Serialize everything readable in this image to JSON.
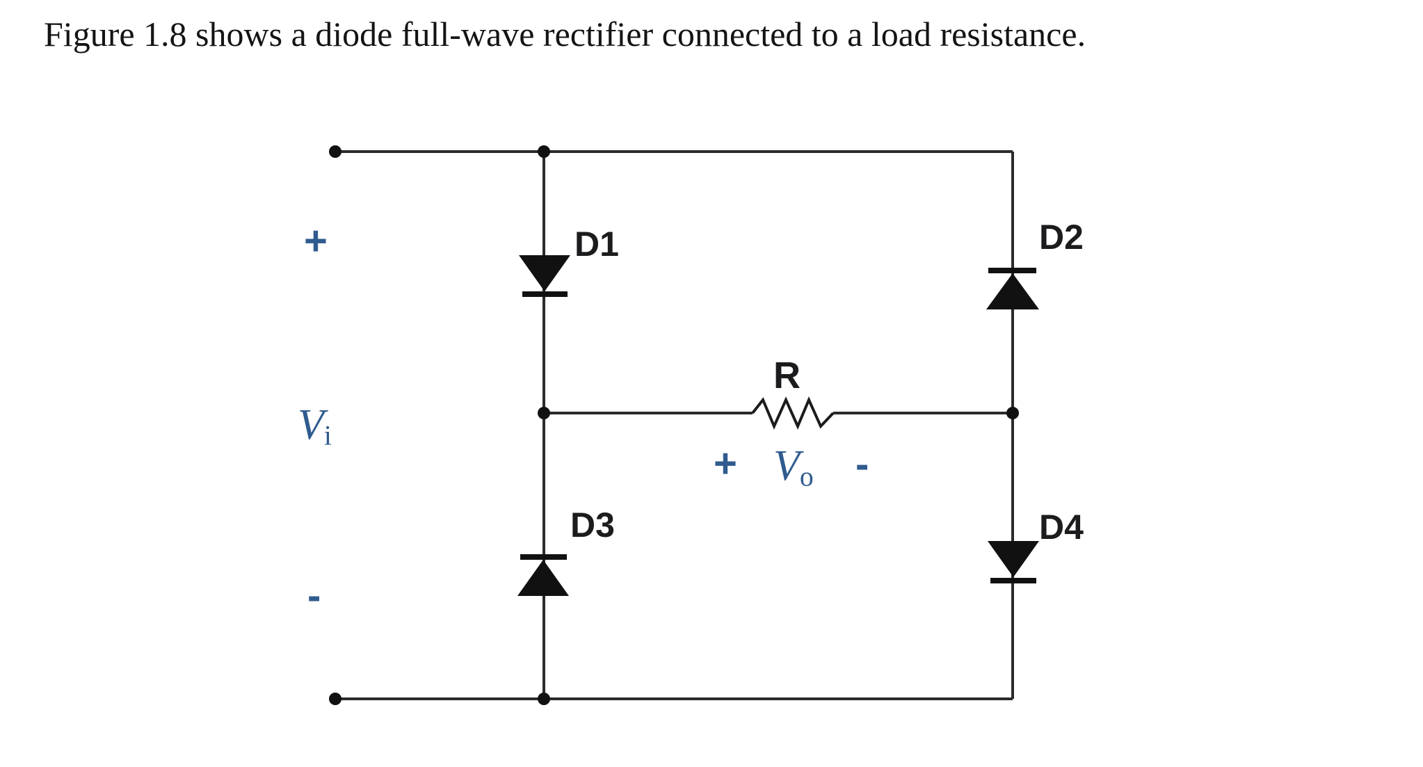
{
  "caption": "Figure 1.8 shows a diode full-wave rectifier connected to a load resistance.",
  "colors": {
    "wire": "#2b2b2b",
    "component_ink": "#111111",
    "label_ink": "#1c1c1e",
    "accent_blue": "#2F5B8E"
  },
  "circuit": {
    "type": "diode full-wave bridge rectifier with load resistor",
    "components": {
      "d1": "D1",
      "d2": "D2",
      "d3": "D3",
      "d4": "D4",
      "resistor": "R"
    },
    "input": {
      "plus": "+",
      "v_base": "V",
      "v_sub": "i",
      "minus": "-"
    },
    "output": {
      "plus": "+",
      "v_base": "V",
      "v_sub": "o",
      "minus": "-"
    }
  }
}
